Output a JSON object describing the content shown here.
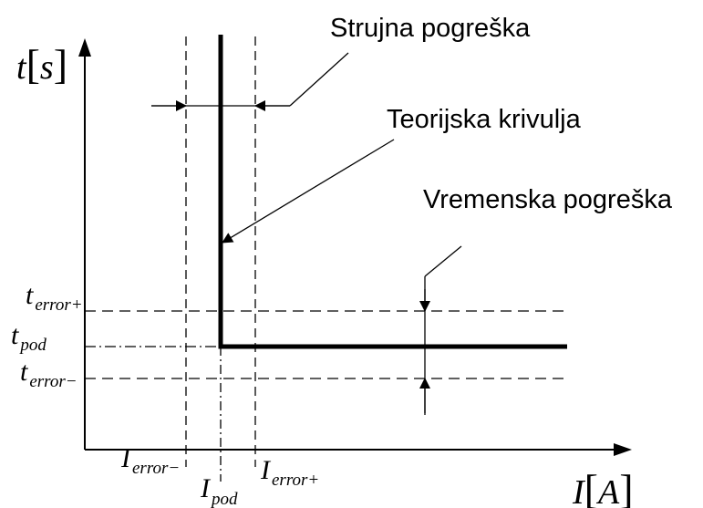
{
  "annotations": {
    "current_error": "Strujna pogreška",
    "theoretical_curve": "Teorijska krivulja",
    "time_error": "Vremenska pogreška"
  },
  "axes": {
    "y": {
      "symbol": "t",
      "unit": "s"
    },
    "x": {
      "symbol": "I",
      "unit": "A"
    }
  },
  "y_marks": {
    "t_error_plus": {
      "base": "t",
      "sub": "error+"
    },
    "t_pod": {
      "base": "t",
      "sub": "pod"
    },
    "t_error_minus": {
      "base": "t",
      "sub": "error−"
    }
  },
  "x_marks": {
    "i_error_minus": {
      "base": "I",
      "sub": "error−"
    },
    "i_pod": {
      "base": "I",
      "sub": "pod"
    },
    "i_error_plus": {
      "base": "I",
      "sub": "error+"
    }
  },
  "brackets": {
    "open": "[",
    "close": "]"
  }
}
